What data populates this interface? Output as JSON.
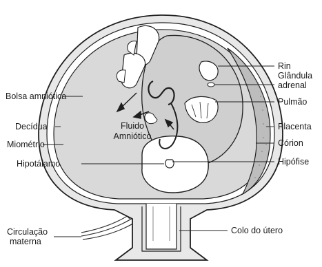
{
  "labels": {
    "rin": "Rin",
    "glandula_line1": "Glândula",
    "glandula_line2": "adrenal",
    "pulmao": "Pulmão",
    "placenta": "Placenta",
    "corion": "Córion",
    "hipofise": "Hipófise",
    "colo": "Colo do útero",
    "bolsa": "Bolsa amniótica",
    "decidua": "Decídua",
    "miometrio": "Miométrio",
    "hipotalamo": "Hipotálamo",
    "circulacao_line1": "Circulação",
    "circulacao_line2": "materna",
    "fluido_line1": "Fluido",
    "fluido_line2": "Amniótico"
  },
  "colors": {
    "uterus_fill": "#e6e6e6",
    "placenta_fill": "#c9c9c9",
    "fetus_fill": "#d2d2d2",
    "outline": "#1f1f1f",
    "lumen": "#ffffff"
  }
}
